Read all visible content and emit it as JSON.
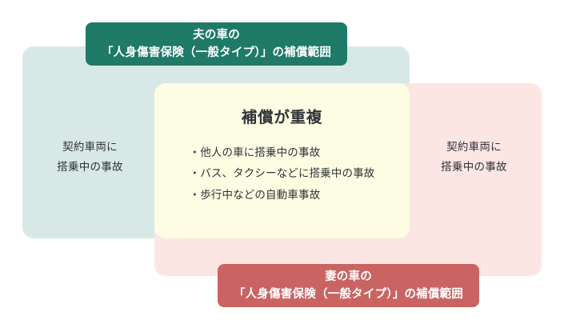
{
  "figure": {
    "type": "venn-overlap-diagram",
    "background": "#ffffff"
  },
  "panels": {
    "husband": {
      "name": "husband-coverage-panel",
      "color": "#d8e8e6",
      "caption_line1": "契約車両に",
      "caption_line2": "搭乗中の事故"
    },
    "wife": {
      "name": "wife-coverage-panel",
      "color": "#fce6e4",
      "caption_line1": "契約車両に",
      "caption_line2": "搭乗中の事故"
    },
    "overlap": {
      "name": "overlap-panel",
      "color": "#fcfde3",
      "title": "補償が重複",
      "items": [
        "・他人の車に搭乗中の事故",
        "・バス、タクシーなどに搭乗中の事故",
        "・歩行中などの自動車事故"
      ]
    }
  },
  "labels": {
    "husband": {
      "line1": "夫の車の",
      "line2": "「人身傷害保険（一般タイプ）」の補償範囲",
      "color": "#1f7a68",
      "text_color": "#ffffff"
    },
    "wife": {
      "line1": "妻の車の",
      "line2": "「人身傷害保険（一般タイプ）」の補償範囲",
      "color": "#c96463",
      "text_color": "#ffffff"
    }
  }
}
